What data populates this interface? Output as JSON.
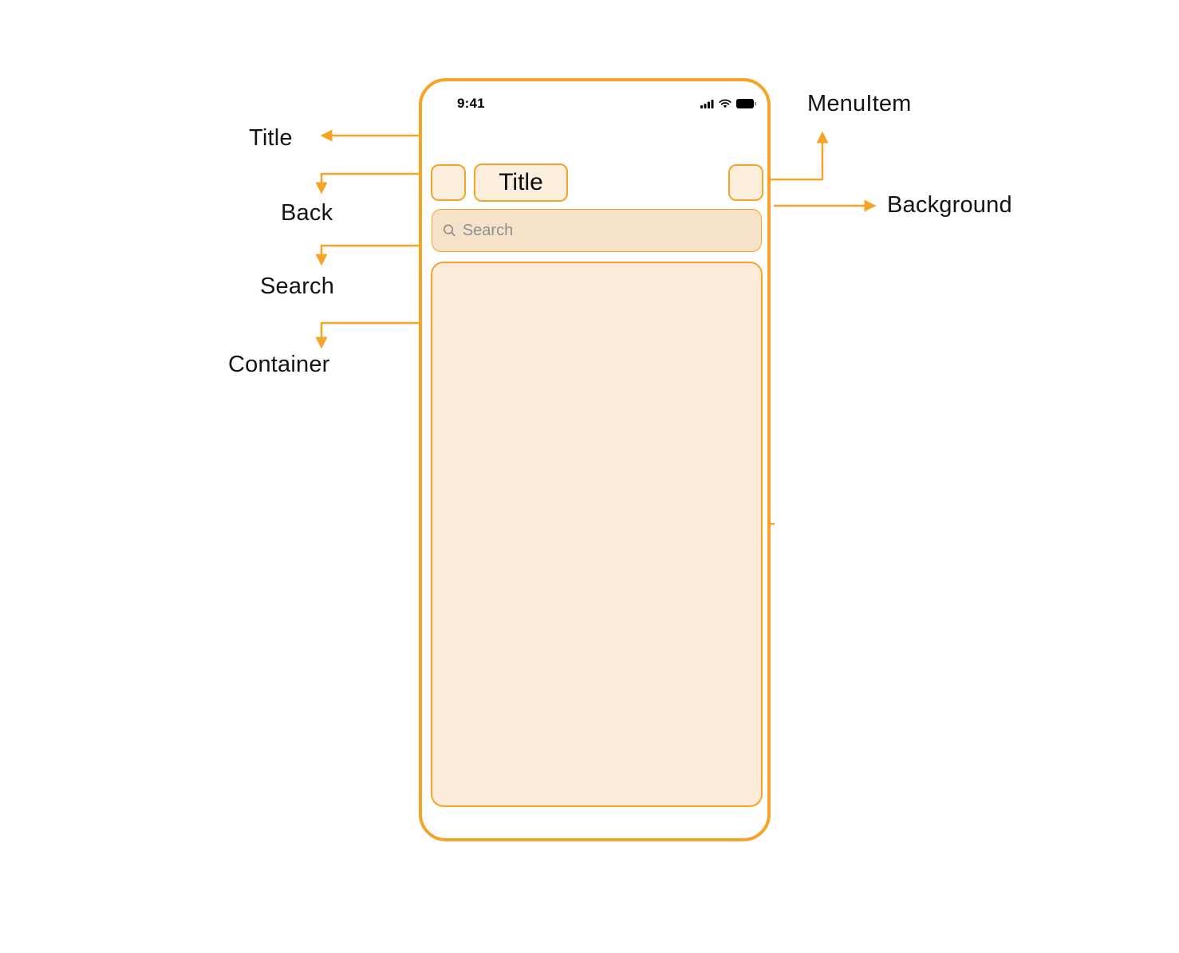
{
  "annotations": {
    "title": {
      "label": "Title"
    },
    "back": {
      "label": "Back"
    },
    "search": {
      "label": "Search"
    },
    "container": {
      "label": "Container"
    },
    "menu_item": {
      "label": "MenuItem"
    },
    "background": {
      "label": "Background"
    }
  },
  "phone": {
    "status_bar": {
      "time": "9:41",
      "icons": [
        "cellular-signal-icon",
        "wifi-icon",
        "battery-icon"
      ]
    },
    "nav": {
      "title": "Title"
    },
    "search": {
      "placeholder": "Search"
    }
  },
  "colors": {
    "accent_orange": "#F6A429",
    "chip_fill": "#FCEEDC",
    "container_fill": "#FBEBD8",
    "search_fill": "#F5E2C9",
    "placeholder_gray": "#8E8E93",
    "label_text": "#141414"
  }
}
